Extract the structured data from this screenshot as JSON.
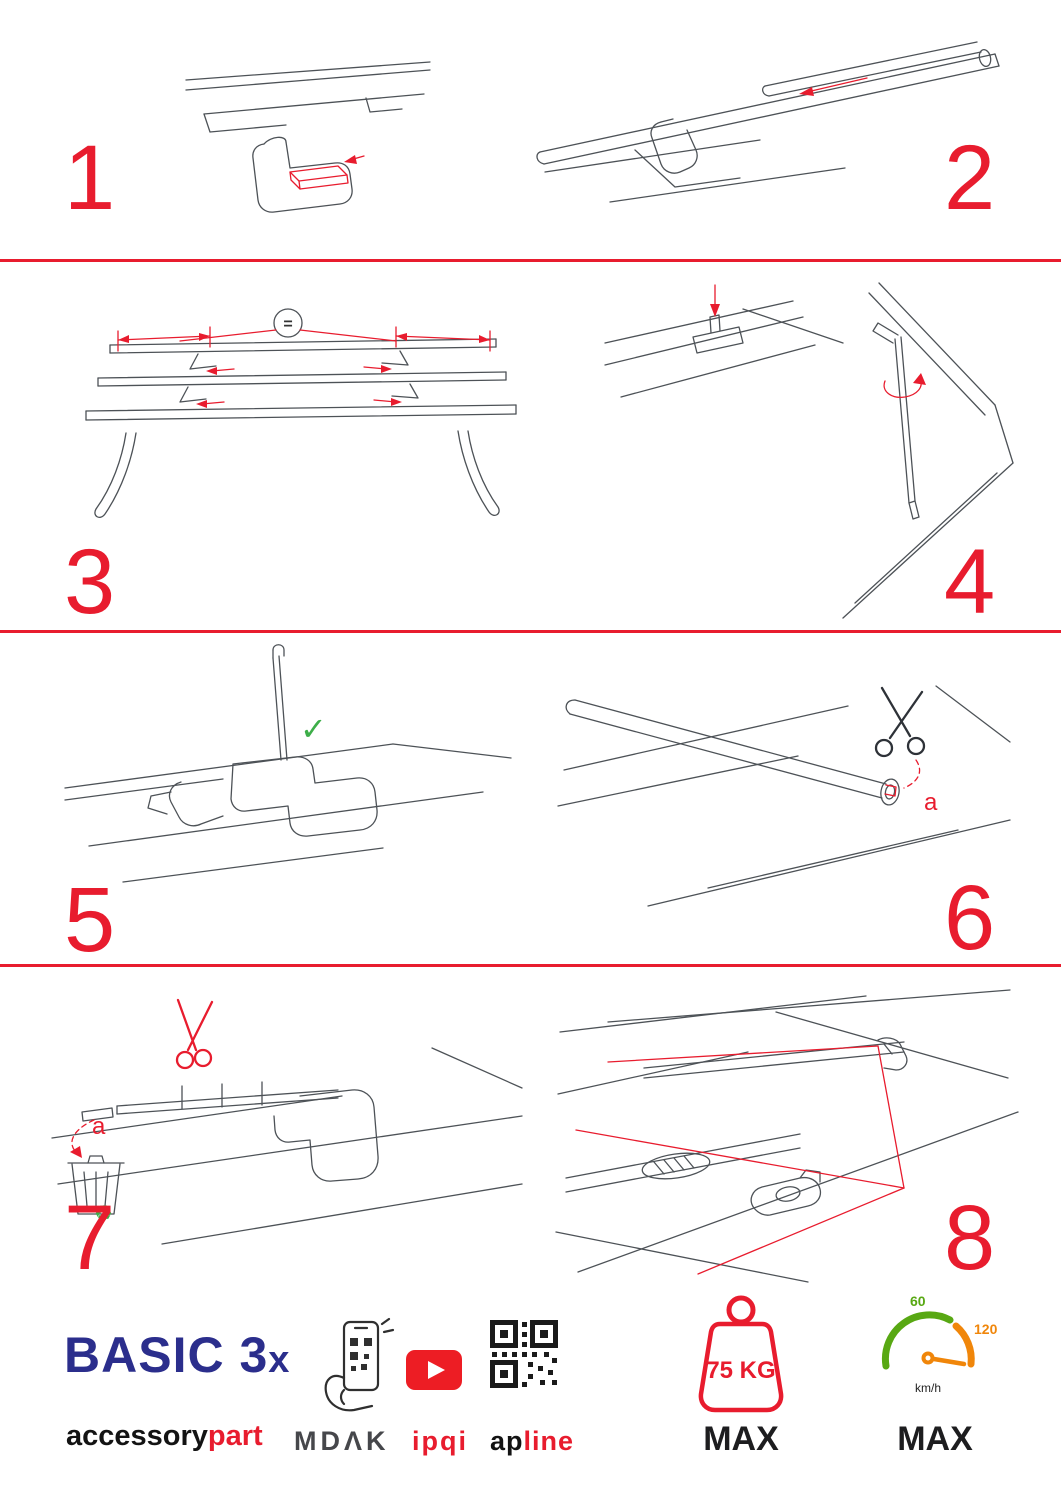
{
  "colors": {
    "accent": "#e81c2e",
    "brand": "#2b2e8c",
    "green": "#3dae49",
    "youtube": "#ed1d24",
    "speedgreen": "#58a813",
    "speedorange": "#f0860a"
  },
  "steps": [
    {
      "number": "1"
    },
    {
      "number": "2"
    },
    {
      "number": "3",
      "equal_sign": "="
    },
    {
      "number": "4"
    },
    {
      "number": "5",
      "check": "✓"
    },
    {
      "number": "6",
      "label_a": "a"
    },
    {
      "number": "7",
      "label_a": "a",
      "recycle": "♻"
    },
    {
      "number": "8"
    }
  ],
  "footer": {
    "brand": {
      "title": "BASIC 3",
      "suffix": "x",
      "sub_black": "accessory",
      "sub_red": "part"
    },
    "partners": {
      "mdak": "MDΛK",
      "ipqi": "ipqi",
      "apline_black": "ap",
      "apline_red": "line"
    },
    "weight": {
      "value": "75 KG",
      "max": "MAX"
    },
    "speed": {
      "low": "60",
      "high": "120",
      "unit": "km/h",
      "max": "MAX"
    }
  }
}
